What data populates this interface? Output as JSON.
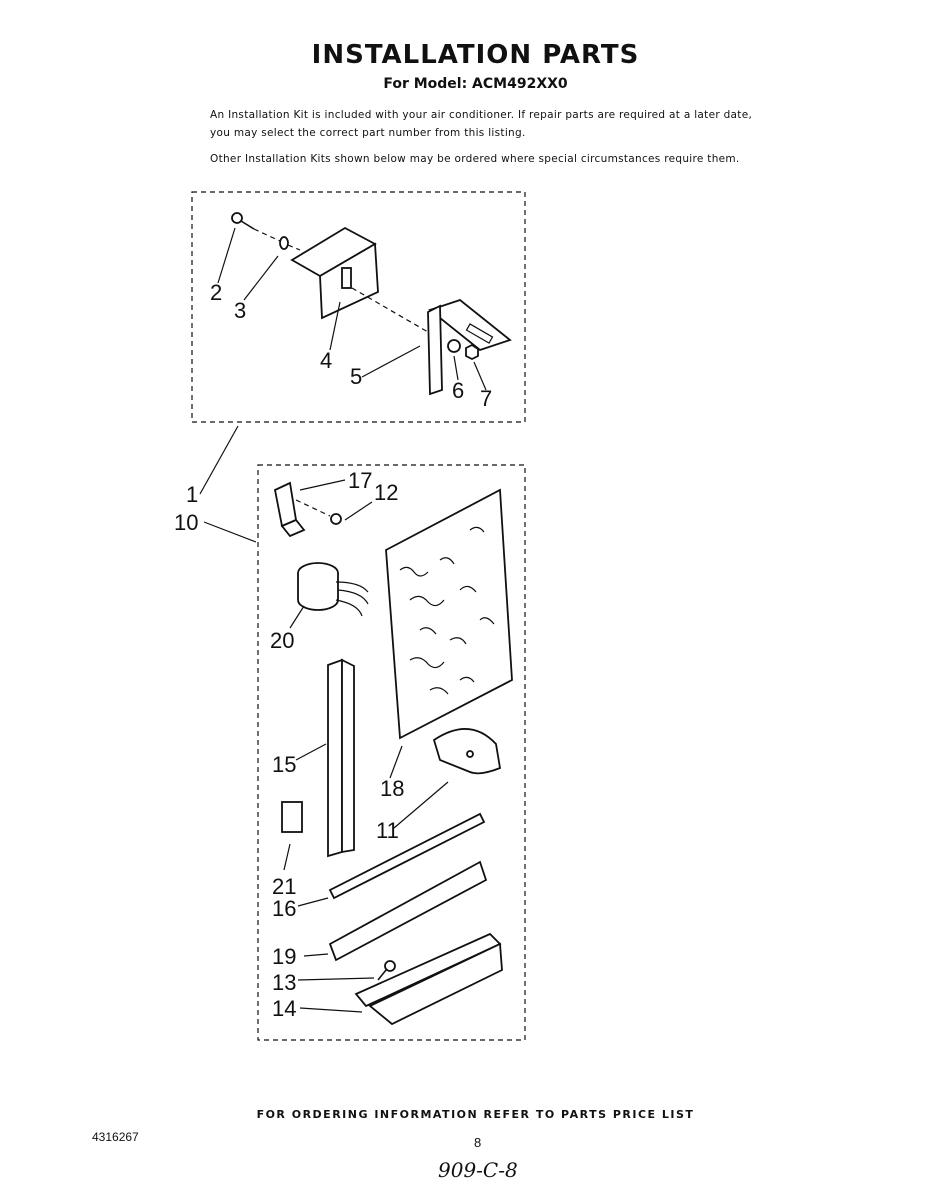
{
  "title": "INSTALLATION PARTS",
  "subtitle": "For Model: ACM492XX0",
  "intro": {
    "paragraph1": "An Installation Kit is included with your air conditioner. If repair parts are required at a later date, you may select the correct part number from this listing.",
    "paragraph2": "Other Installation Kits shown below may be ordered where special circumstances require them."
  },
  "callouts": {
    "c1": "1",
    "c2": "2",
    "c3": "3",
    "c4": "4",
    "c5": "5",
    "c6": "6",
    "c7": "7",
    "c10": "10",
    "c11": "11",
    "c12": "12",
    "c13": "13",
    "c14": "14",
    "c15": "15",
    "c16": "16",
    "c17": "17",
    "c18": "18",
    "c19": "19",
    "c20": "20",
    "c21": "21"
  },
  "footer": {
    "ordering_note": "FOR ORDERING INFORMATION REFER TO PARTS PRICE LIST",
    "document_number": "4316267",
    "page_number": "8",
    "handwritten_note": "909-C-8"
  }
}
